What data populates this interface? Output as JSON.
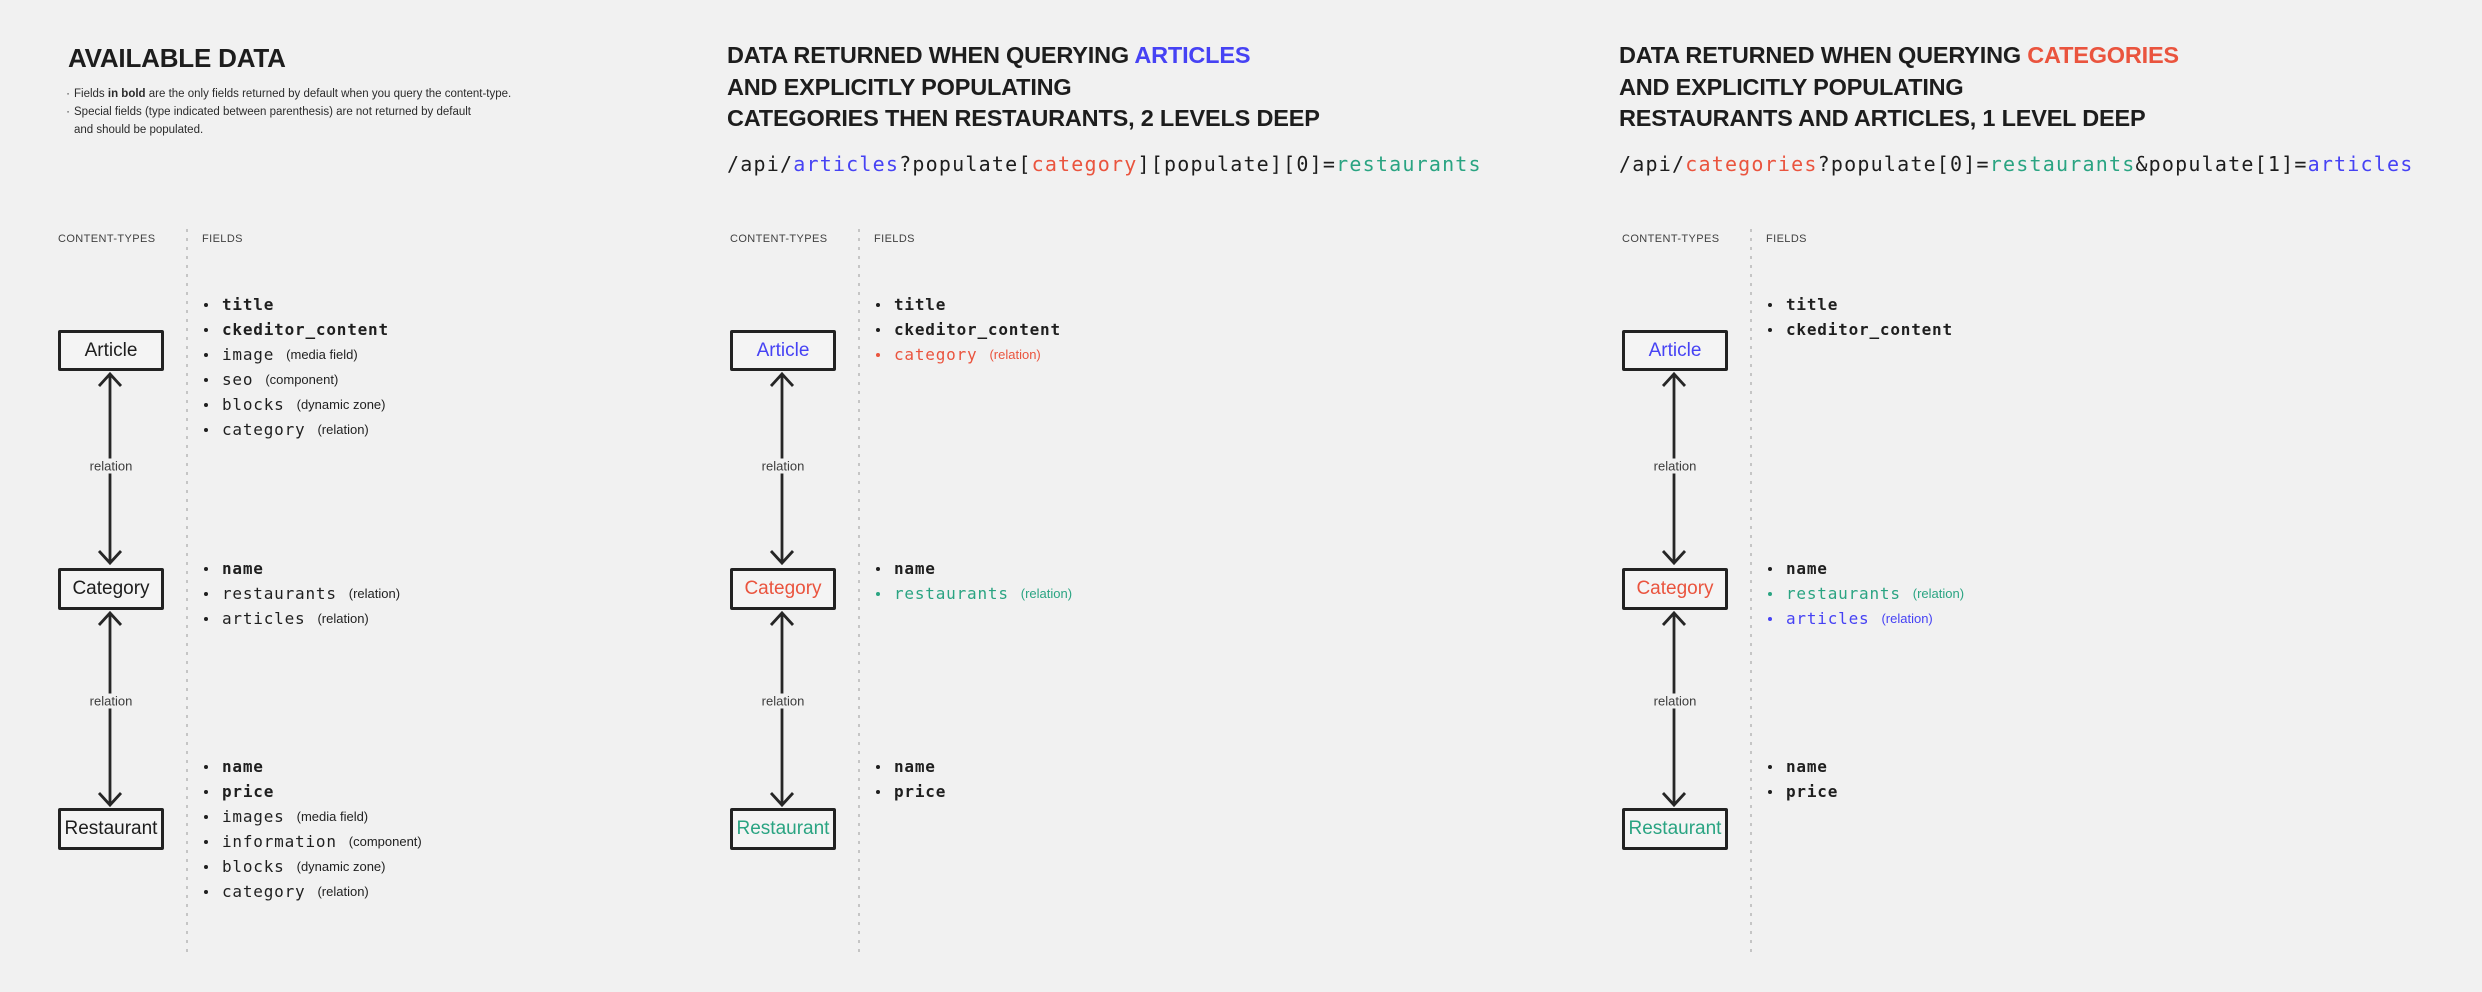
{
  "colors": {
    "background": "#f1f1f1",
    "text_dark": "#1d1d1d",
    "accent_blue": "#4642f4",
    "accent_red": "#ea543e",
    "accent_green": "#2aa482",
    "box_border": "#222222"
  },
  "panels": [
    {
      "name": "available-data",
      "title_lines": [
        {
          "segments": [
            {
              "text": "AVAILABLE DATA",
              "color": "dark"
            }
          ]
        }
      ],
      "notes": [
        {
          "bullet": "·",
          "pre": "Fields ",
          "bold": "in bold",
          "post": " are the only fields returned by default when you query the content-type."
        },
        {
          "bullet": "·",
          "pre": "Special fields (type indicated between parenthesis) are not returned by default",
          "bold": "",
          "post": ""
        },
        {
          "bullet": "",
          "pre": "and should be populated.",
          "bold": "",
          "post": ""
        }
      ],
      "col_headers": {
        "content_types": "CONTENT-TYPES",
        "fields": "FIELDS"
      },
      "relation_labels": [
        "relation",
        "relation"
      ],
      "nodes": [
        {
          "label": "Article",
          "color": "dark",
          "fields": [
            {
              "name": "title",
              "bold": true,
              "color": "dark",
              "type": ""
            },
            {
              "name": "ckeditor_content",
              "bold": true,
              "color": "dark",
              "type": ""
            },
            {
              "name": "image",
              "bold": false,
              "color": "dark",
              "type": "(media field)"
            },
            {
              "name": "seo",
              "bold": false,
              "color": "dark",
              "type": "(component)"
            },
            {
              "name": "blocks",
              "bold": false,
              "color": "dark",
              "type": "(dynamic zone)"
            },
            {
              "name": "category",
              "bold": false,
              "color": "dark",
              "type": "(relation)"
            }
          ]
        },
        {
          "label": "Category",
          "color": "dark",
          "fields": [
            {
              "name": "name",
              "bold": true,
              "color": "dark",
              "type": ""
            },
            {
              "name": "restaurants",
              "bold": false,
              "color": "dark",
              "type": "(relation)"
            },
            {
              "name": "articles",
              "bold": false,
              "color": "dark",
              "type": "(relation)"
            }
          ]
        },
        {
          "label": "Restaurant",
          "color": "dark",
          "fields": [
            {
              "name": "name",
              "bold": true,
              "color": "dark",
              "type": ""
            },
            {
              "name": "price",
              "bold": true,
              "color": "dark",
              "type": ""
            },
            {
              "name": "images",
              "bold": false,
              "color": "dark",
              "type": "(media field)"
            },
            {
              "name": "information",
              "bold": false,
              "color": "dark",
              "type": "(component)"
            },
            {
              "name": "blocks",
              "bold": false,
              "color": "dark",
              "type": "(dynamic zone)"
            },
            {
              "name": "category",
              "bold": false,
              "color": "dark",
              "type": "(relation)"
            }
          ]
        }
      ]
    },
    {
      "name": "query-articles",
      "title_lines": [
        {
          "segments": [
            {
              "text": "DATA RETURNED WHEN QUERYING ",
              "color": "dark"
            },
            {
              "text": "ARTICLES",
              "color": "blue"
            }
          ]
        },
        {
          "segments": [
            {
              "text": "AND EXPLICITLY POPULATING",
              "color": "dark"
            }
          ]
        },
        {
          "segments": [
            {
              "text": "CATEGORIES THEN RESTAURANTS, 2 LEVELS DEEP",
              "color": "dark"
            }
          ]
        }
      ],
      "code_segments": [
        {
          "text": "/api/",
          "color": "dark"
        },
        {
          "text": "articles",
          "color": "blue"
        },
        {
          "text": "?populate[",
          "color": "dark"
        },
        {
          "text": "category",
          "color": "red"
        },
        {
          "text": "][populate][0]=",
          "color": "dark"
        },
        {
          "text": "restaurants",
          "color": "green"
        }
      ],
      "col_headers": {
        "content_types": "CONTENT-TYPES",
        "fields": "FIELDS"
      },
      "relation_labels": [
        "relation",
        "relation"
      ],
      "nodes": [
        {
          "label": "Article",
          "color": "blue",
          "fields": [
            {
              "name": "title",
              "bold": true,
              "color": "dark",
              "type": ""
            },
            {
              "name": "ckeditor_content",
              "bold": true,
              "color": "dark",
              "type": ""
            },
            {
              "name": "category",
              "bold": false,
              "color": "red",
              "type": "(relation)"
            }
          ]
        },
        {
          "label": "Category",
          "color": "red",
          "fields": [
            {
              "name": "name",
              "bold": true,
              "color": "dark",
              "type": ""
            },
            {
              "name": "restaurants",
              "bold": false,
              "color": "green",
              "type": "(relation)"
            }
          ]
        },
        {
          "label": "Restaurant",
          "color": "green",
          "fields": [
            {
              "name": "name",
              "bold": true,
              "color": "dark",
              "type": ""
            },
            {
              "name": "price",
              "bold": true,
              "color": "dark",
              "type": ""
            }
          ]
        }
      ]
    },
    {
      "name": "query-categories",
      "title_lines": [
        {
          "segments": [
            {
              "text": "DATA RETURNED WHEN QUERYING ",
              "color": "dark"
            },
            {
              "text": "CATEGORIES",
              "color": "red"
            }
          ]
        },
        {
          "segments": [
            {
              "text": "AND EXPLICITLY POPULATING",
              "color": "dark"
            }
          ]
        },
        {
          "segments": [
            {
              "text": "RESTAURANTS AND ARTICLES, 1 LEVEL DEEP",
              "color": "dark"
            }
          ]
        }
      ],
      "code_segments": [
        {
          "text": "/api/",
          "color": "dark"
        },
        {
          "text": "categories",
          "color": "red"
        },
        {
          "text": "?populate[0]=",
          "color": "dark"
        },
        {
          "text": "restaurants",
          "color": "green"
        },
        {
          "text": "&populate[1]=",
          "color": "dark"
        },
        {
          "text": "articles",
          "color": "blue"
        }
      ],
      "col_headers": {
        "content_types": "CONTENT-TYPES",
        "fields": "FIELDS"
      },
      "relation_labels": [
        "relation",
        "relation"
      ],
      "nodes": [
        {
          "label": "Article",
          "color": "blue",
          "fields": [
            {
              "name": "title",
              "bold": true,
              "color": "dark",
              "type": ""
            },
            {
              "name": "ckeditor_content",
              "bold": true,
              "color": "dark",
              "type": ""
            }
          ]
        },
        {
          "label": "Category",
          "color": "red",
          "fields": [
            {
              "name": "name",
              "bold": true,
              "color": "dark",
              "type": ""
            },
            {
              "name": "restaurants",
              "bold": false,
              "color": "green",
              "type": "(relation)"
            },
            {
              "name": "articles",
              "bold": false,
              "color": "blue",
              "type": "(relation)"
            }
          ]
        },
        {
          "label": "Restaurant",
          "color": "green",
          "fields": [
            {
              "name": "name",
              "bold": true,
              "color": "dark",
              "type": ""
            },
            {
              "name": "price",
              "bold": true,
              "color": "dark",
              "type": ""
            }
          ]
        }
      ]
    }
  ]
}
